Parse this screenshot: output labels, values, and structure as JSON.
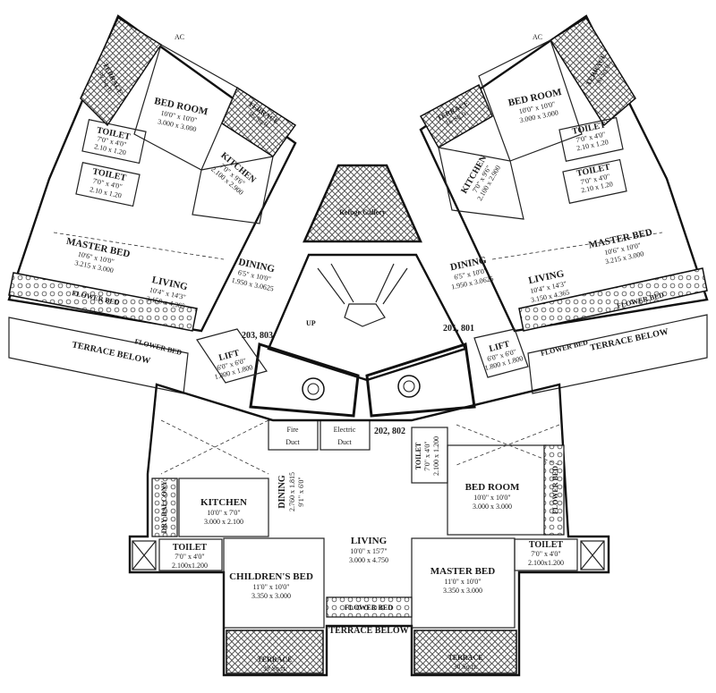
{
  "title": "",
  "wing_nw": {
    "bedroom": {
      "name": "BED ROOM",
      "imperial": "10'0\" x 10'0\"",
      "metric": "3.000 x 3.000"
    },
    "toilet_a": {
      "name": "TOILET",
      "imperial": "7'0\" x 4'0\"",
      "metric": "2.10 x 1.20"
    },
    "toilet_b": {
      "name": "TOILET",
      "imperial": "7'0\" x 4'0\"",
      "metric": "2.10 x 1.20"
    },
    "kitchen": {
      "name": "KITCHEN",
      "imperial": "7'0\" x 9'6\"",
      "metric": "2.100 x 2.900"
    },
    "terrace_top": {
      "name": "TERRACE",
      "area": "16 Sq.ft."
    },
    "terrace_side": {
      "name": "TERRACE",
      "area": "30 Sq.ft."
    },
    "master": {
      "name": "MASTER BED",
      "imperial": "10'6\" x 10'0\"",
      "metric": "3.215 x 3.000"
    },
    "living": {
      "name": "LIVING",
      "imperial": "10'4\" x 14'3\"",
      "metric": "3.150 x 4.365"
    },
    "dining": {
      "name": "DINING",
      "imperial": "6'5\" x 10'0\"",
      "metric": "1.950 x 3.0625"
    },
    "flower_1": "FLOWER BED",
    "flower_2": "FLOWER BED",
    "terrace_below": "TERRACE BELOW",
    "lift": {
      "name": "LIFT",
      "imperial": "6'0\" x 6'0\"",
      "metric": "1.800 x 1.800"
    },
    "unit_no": "203, 803",
    "ac": "AC"
  },
  "wing_ne": {
    "bedroom": {
      "name": "BED ROOM",
      "imperial": "10'0\" x 10'0\"",
      "metric": "3.000 x 3.000"
    },
    "toilet_a": {
      "name": "TOILET",
      "imperial": "7'0\" x 4'0\"",
      "metric": "2.10 x 1.20"
    },
    "toilet_b": {
      "name": "TOILET",
      "imperial": "7'0\" x 4'0\"",
      "metric": "2.10 x 1.20"
    },
    "kitchen": {
      "name": "KITCHEN",
      "imperial": "7'0\" x 9'6\"",
      "metric": "2.100 x 2.900"
    },
    "terrace_top": {
      "name": "TERRACE",
      "area": "16 Sq.ft."
    },
    "terrace_side": {
      "name": "TERRACE",
      "area": "30 Sq.ft."
    },
    "master": {
      "name": "MASTER BED",
      "imperial": "10'6\" x 10'0\"",
      "metric": "3.215 x 3.000"
    },
    "living": {
      "name": "LIVING",
      "imperial": "10'4\" x 14'3\"",
      "metric": "3.150 x 4.365"
    },
    "dining": {
      "name": "DINING",
      "imperial": "6'5\" x 10'0\"",
      "metric": "1.950 x 3.0625"
    },
    "flower_1": "FLOWER BED",
    "flower_2": "FLOWER BED",
    "terrace_below": "TERRACE BELOW",
    "lift": {
      "name": "LIFT",
      "imperial": "6'0\" x 6'0\"",
      "metric": "1.800 x 1.800"
    },
    "unit_no": "201, 801",
    "ac": "AC"
  },
  "core": {
    "refuge": "Refuge Gallery",
    "up": "UP",
    "fire_duct": {
      "line1": "Fire",
      "line2": "Duct"
    },
    "elec_duct": {
      "line1": "Electric",
      "line2": "Duct"
    }
  },
  "wing_s": {
    "unit_no": "202, 802",
    "toilet_v": {
      "name": "TOILET",
      "imperial": "7'0\" x 4'0\"",
      "metric": "2.100 x 1.200"
    },
    "bedroom": {
      "name": "BED ROOM",
      "imperial": "10'0\" x 10'0\"",
      "metric": "3.000 x 3.000"
    },
    "flower_right": "FLOWER BED",
    "kitchen": {
      "name": "KITCHEN",
      "imperial": "10'0\" x 7'0\"",
      "metric": "3.000 x 2.100"
    },
    "dining": {
      "name": "DINING",
      "imperial": "9'1\" x 6'0\"",
      "metric": "2.760 x 1.815"
    },
    "dry_balcony": "DRY BALCONY",
    "living": {
      "name": "LIVING",
      "imperial": "10'0\" x 15'7\"",
      "metric": "3.000 x 4.750"
    },
    "toilet_left": {
      "name": "TOILET",
      "imperial": "7'0\" x 4'0\"",
      "metric": "2.100x1.200"
    },
    "toilet_right": {
      "name": "TOILET",
      "imperial": "7'0\" x 4'0\"",
      "metric": "2.100x1.200"
    },
    "children": {
      "name": "CHILDREN'S BED",
      "imperial": "11'0\" x 10'0\"",
      "metric": "3.350 x 3.000"
    },
    "master": {
      "name": "MASTER BED",
      "imperial": "11'0\" x 10'0\"",
      "metric": "3.350 x 3.000"
    },
    "flower_mid": "FLOWER BED",
    "terrace_below": "TERRACE BELOW",
    "terrace_left": {
      "name": "TERRACE",
      "area": "30 Sq.ft."
    },
    "terrace_right": {
      "name": "TERRACE",
      "area": "30 Sq.ft."
    }
  }
}
